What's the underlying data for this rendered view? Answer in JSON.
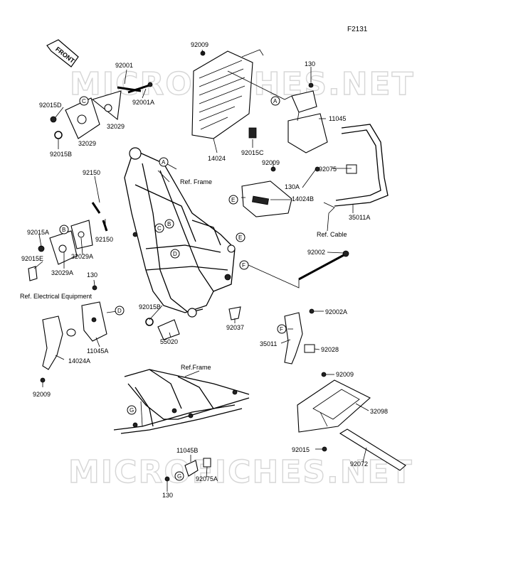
{
  "diagram_code": "F2131",
  "watermark": "MICROFICHES.NET",
  "front_label": "FRONT",
  "refs": {
    "frame_top": "Ref. Frame",
    "frame_sub": "Ref.Frame",
    "cable": "Ref. Cable",
    "electrical": "Ref. Electrical Equipment"
  },
  "part_labels": {
    "p92009_top": "92009",
    "p92001": "92001",
    "p92001A": "92001A",
    "p92015D": "92015D",
    "p32029_a": "32029",
    "p32029_b": "32029",
    "p92015B_top": "92015B",
    "p14024": "14024",
    "p92015C": "92015C",
    "p130_top": "130",
    "p11045": "11045",
    "p92075": "92075",
    "p35011A": "35011A",
    "p92009_mid": "92009",
    "p130A": "130A",
    "p14024B": "14024B",
    "p92150_a": "92150",
    "p92150_b": "92150",
    "p92015A": "92015A",
    "p32029A_a": "32029A",
    "p92015E": "92015E",
    "p32029A_b": "32029A",
    "p130_left": "130",
    "p92002": "92002",
    "p92015B_mid": "92015B",
    "p92037": "92037",
    "p55020": "55020",
    "p11045A": "11045A",
    "p14024A": "14024A",
    "p92009_left": "92009",
    "p92002A": "92002A",
    "p35011": "35011",
    "p92028": "92028",
    "p92009_right": "92009",
    "p32098": "32098",
    "p92015": "92015",
    "p92072": "92072",
    "p11045B": "11045B",
    "p92075A": "92075A",
    "p130_bottom": "130"
  },
  "callouts": [
    "A",
    "B",
    "C",
    "D",
    "E",
    "F",
    "G"
  ]
}
